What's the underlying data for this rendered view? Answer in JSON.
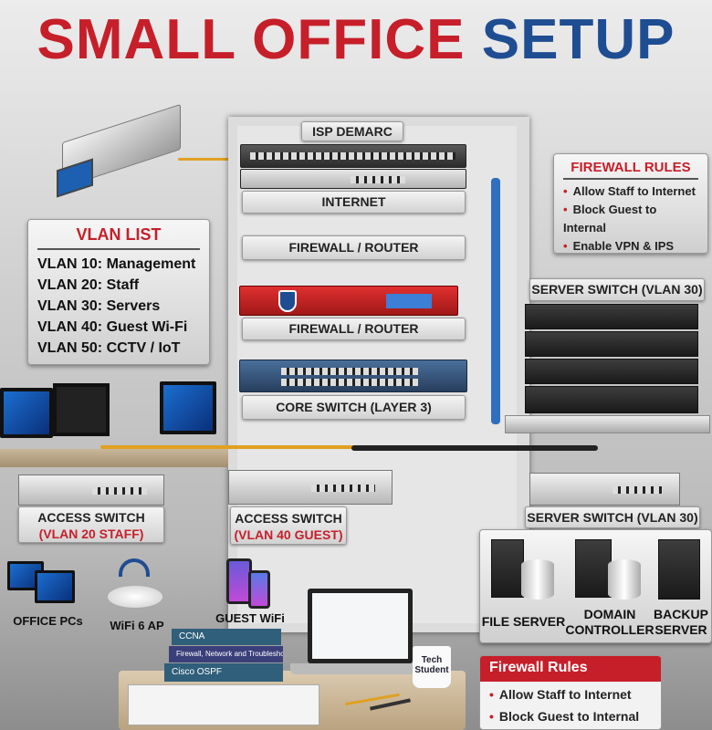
{
  "title": {
    "part1": "SMALL OFFICE",
    "part2": "SETUP"
  },
  "rack": {
    "isp_demarc": "ISP DEMARC",
    "internet": "INTERNET",
    "firewall_router_top": "FIREWALL / ROUTER",
    "firewall_router": "FIREWALL / ROUTER",
    "core_switch": "CORE SWITCH (LAYER 3)"
  },
  "vlan_list": {
    "heading": "VLAN LIST",
    "items": [
      "VLAN 10: Management",
      "VLAN 20: Staff",
      "VLAN 30: Servers",
      "VLAN 40: Guest Wi-Fi",
      "VLAN 50: CCTV / IoT"
    ]
  },
  "firewall_rules_top": {
    "heading": "FIREWALL RULES",
    "items": [
      "Allow Staff to Internet",
      "Block Guest to Internal",
      "Enable VPN & IPS"
    ]
  },
  "server_switch_top": "SERVER SWITCH (VLAN 30)",
  "access_switch_staff": {
    "line1": "ACCESS SWITCH",
    "line2": "(VLAN 20 STAFF)"
  },
  "access_switch_guest": {
    "line1": "ACCESS SWITCH",
    "line2": "(VLAN 40 GUEST)"
  },
  "server_switch_bottom": "SERVER SWITCH (VLAN 30)",
  "endpoints": {
    "office_pcs": "OFFICE PCs",
    "wifi_ap": "WiFi 6 AP",
    "guest_wifi": "GUEST WiFi"
  },
  "servers": [
    {
      "line1": "FILE SERVER",
      "line2": ""
    },
    {
      "line1": "DOMAIN",
      "line2": "CONTROLLER"
    },
    {
      "line1": "BACKUP",
      "line2": "SERVER"
    }
  ],
  "books": [
    "CCNA",
    "Firewall, Network and Troubleshooting",
    "Cisco OSPF"
  ],
  "mug": "Tech Student",
  "firewall_rules_bottom": {
    "heading": "Firewall Rules",
    "items": [
      "Allow Staff to Internet",
      "Block Guest to Internal"
    ]
  },
  "colors": {
    "red": "#c61f2a",
    "blue": "#1f4d92"
  }
}
